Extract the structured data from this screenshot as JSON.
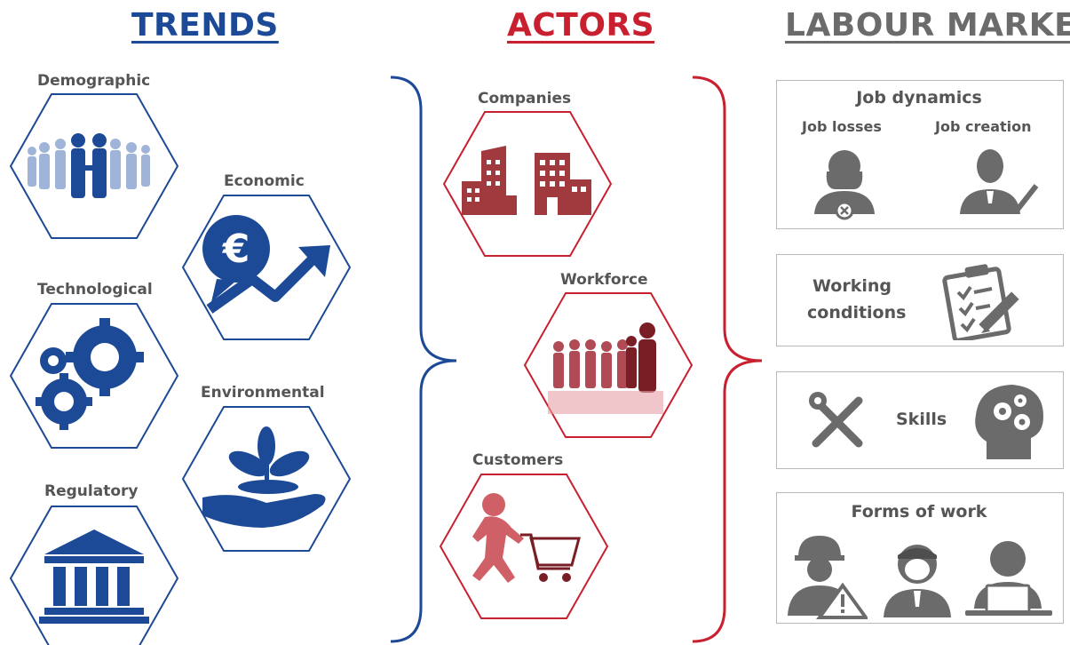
{
  "headings": {
    "trends": "TRENDS",
    "actors": "ACTORS",
    "labour_market": "LABOUR MARKET"
  },
  "trends": {
    "demographic": "Demographic",
    "economic": "Economic",
    "technological": "Technological",
    "environmental": "Environmental",
    "regulatory": "Regulatory"
  },
  "actors": {
    "companies": "Companies",
    "workforce": "Workforce",
    "customers": "Customers"
  },
  "labour_market": {
    "job_dynamics": {
      "title": "Job dynamics",
      "job_losses": "Job losses",
      "job_creation": "Job creation"
    },
    "working_conditions": {
      "line1": "Working",
      "line2": "conditions"
    },
    "skills": "Skills",
    "forms_of_work": "Forms of work"
  },
  "colors": {
    "trends_blue": "#1c4a96",
    "actors_red": "#c8202f",
    "labour_gray": "#6b6b6b"
  }
}
